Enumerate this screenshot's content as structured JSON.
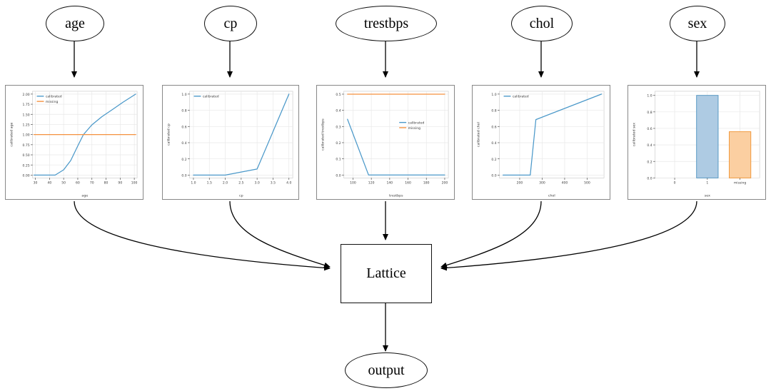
{
  "graph": {
    "input_nodes": [
      {
        "id": "age",
        "label": "age"
      },
      {
        "id": "cp",
        "label": "cp"
      },
      {
        "id": "trestbps",
        "label": "trestbps"
      },
      {
        "id": "chol",
        "label": "chol"
      },
      {
        "id": "sex",
        "label": "sex"
      }
    ],
    "lattice_label": "Lattice",
    "output_label": "output",
    "edge_color": "#000000"
  },
  "style": {
    "calibrated_color": "#4a98c9",
    "missing_color": "#f5913e",
    "bar_fill_blue": "#aecbe3",
    "bar_edge_blue": "#4a90bf",
    "bar_fill_orange": "#fbcfa1",
    "bar_edge_orange": "#f0922f",
    "grid_color": "#e8e8e8",
    "panel_border": "#888888",
    "tick_color": "#3a3a3a"
  },
  "chart_data": [
    {
      "id": "age",
      "type": "line",
      "title": "",
      "xlabel": "age",
      "ylabel": "calibrated age",
      "xlim": [
        28,
        102
      ],
      "ylim": [
        -0.07,
        2.07
      ],
      "xticks": [
        30,
        40,
        50,
        60,
        70,
        80,
        90,
        100
      ],
      "yticks": [
        0.0,
        0.25,
        0.5,
        0.75,
        1.0,
        1.25,
        1.5,
        1.75,
        2.0
      ],
      "ytick_labels": [
        "0.00",
        "0.25",
        "0.50",
        "0.75",
        "1.00",
        "1.25",
        "1.50",
        "1.75",
        "2.00"
      ],
      "grid": true,
      "legend": [
        "calibrated",
        "missing"
      ],
      "legend_position": "upper left",
      "series": [
        {
          "name": "calibrated",
          "color": "#4a98c9",
          "x": [
            29,
            44,
            50,
            55,
            60,
            64,
            70,
            77,
            85,
            92,
            101
          ],
          "y": [
            0.0,
            0.0,
            0.13,
            0.36,
            0.72,
            1.0,
            1.24,
            1.44,
            1.63,
            1.8,
            2.0
          ]
        },
        {
          "name": "missing",
          "color": "#f5913e",
          "x": [
            29,
            101
          ],
          "y": [
            1.0,
            1.0
          ]
        }
      ]
    },
    {
      "id": "cp",
      "type": "line",
      "title": "",
      "xlabel": "cp",
      "ylabel": "calibrated cp",
      "xlim": [
        0.88,
        4.12
      ],
      "ylim": [
        -0.035,
        1.035
      ],
      "xticks": [
        1.0,
        1.5,
        2.0,
        2.5,
        3.0,
        3.5,
        4.0
      ],
      "xtick_labels": [
        "1.0",
        "1.5",
        "2.0",
        "2.5",
        "3.0",
        "3.5",
        "4.0"
      ],
      "yticks": [
        0.0,
        0.2,
        0.4,
        0.6,
        0.8,
        1.0
      ],
      "ytick_labels": [
        "0.0",
        "0.2",
        "0.4",
        "0.6",
        "0.8",
        "1.0"
      ],
      "grid": true,
      "legend": [
        "calibrated"
      ],
      "legend_position": "upper left",
      "series": [
        {
          "name": "calibrated",
          "color": "#4a98c9",
          "x": [
            1.0,
            2.0,
            3.0,
            4.0
          ],
          "y": [
            0.0,
            0.0,
            0.075,
            1.0
          ]
        }
      ]
    },
    {
      "id": "trestbps",
      "type": "line",
      "title": "",
      "xlabel": "trestbps",
      "ylabel": "calibrated trestbps",
      "xlim": [
        90,
        204
      ],
      "ylim": [
        -0.018,
        0.518
      ],
      "xticks": [
        100,
        120,
        140,
        160,
        180,
        200
      ],
      "yticks": [
        0.0,
        0.1,
        0.2,
        0.3,
        0.4,
        0.5
      ],
      "ytick_labels": [
        "0.0",
        "0.1",
        "0.2",
        "0.3",
        "0.4",
        "0.5"
      ],
      "grid": true,
      "legend": [
        "calibrated",
        "missing"
      ],
      "legend_position": "center right",
      "series": [
        {
          "name": "calibrated",
          "color": "#4a98c9",
          "x": [
            94,
            117,
            200
          ],
          "y": [
            0.345,
            0.0,
            0.0
          ]
        },
        {
          "name": "missing",
          "color": "#f5913e",
          "x": [
            94,
            200
          ],
          "y": [
            0.5,
            0.5
          ]
        }
      ]
    },
    {
      "id": "chol",
      "type": "line",
      "title": "",
      "xlabel": "chol",
      "ylabel": "calibrated chol",
      "xlim": [
        110,
        575
      ],
      "ylim": [
        -0.035,
        1.035
      ],
      "xticks": [
        200,
        300,
        400,
        500
      ],
      "yticks": [
        0.0,
        0.2,
        0.4,
        0.6,
        0.8,
        1.0
      ],
      "ytick_labels": [
        "0.0",
        "0.2",
        "0.4",
        "0.6",
        "0.8",
        "1.0"
      ],
      "grid": true,
      "legend": [
        "calibrated"
      ],
      "legend_position": "upper left",
      "series": [
        {
          "name": "calibrated",
          "color": "#4a98c9",
          "x": [
            126,
            247,
            272,
            564
          ],
          "y": [
            0.0,
            0.0,
            0.685,
            1.0
          ]
        }
      ]
    },
    {
      "id": "sex",
      "type": "bar",
      "title": "",
      "xlabel": "sex",
      "ylabel": "calibrated sex",
      "categories": [
        "0",
        "1",
        "missing"
      ],
      "values": [
        0.0,
        1.0,
        0.56
      ],
      "bar_colors": [
        "#aecbe3",
        "#aecbe3",
        "#fbcfa1"
      ],
      "bar_edge_colors": [
        "#4a90bf",
        "#4a90bf",
        "#f0922f"
      ],
      "ylim": [
        0,
        1.05
      ],
      "yticks": [
        0.0,
        0.2,
        0.4,
        0.6,
        0.8,
        1.0
      ],
      "ytick_labels": [
        "0.0",
        "0.2",
        "0.4",
        "0.6",
        "0.8",
        "1.0"
      ],
      "grid": true,
      "legend": [],
      "legend_position": "none"
    }
  ]
}
